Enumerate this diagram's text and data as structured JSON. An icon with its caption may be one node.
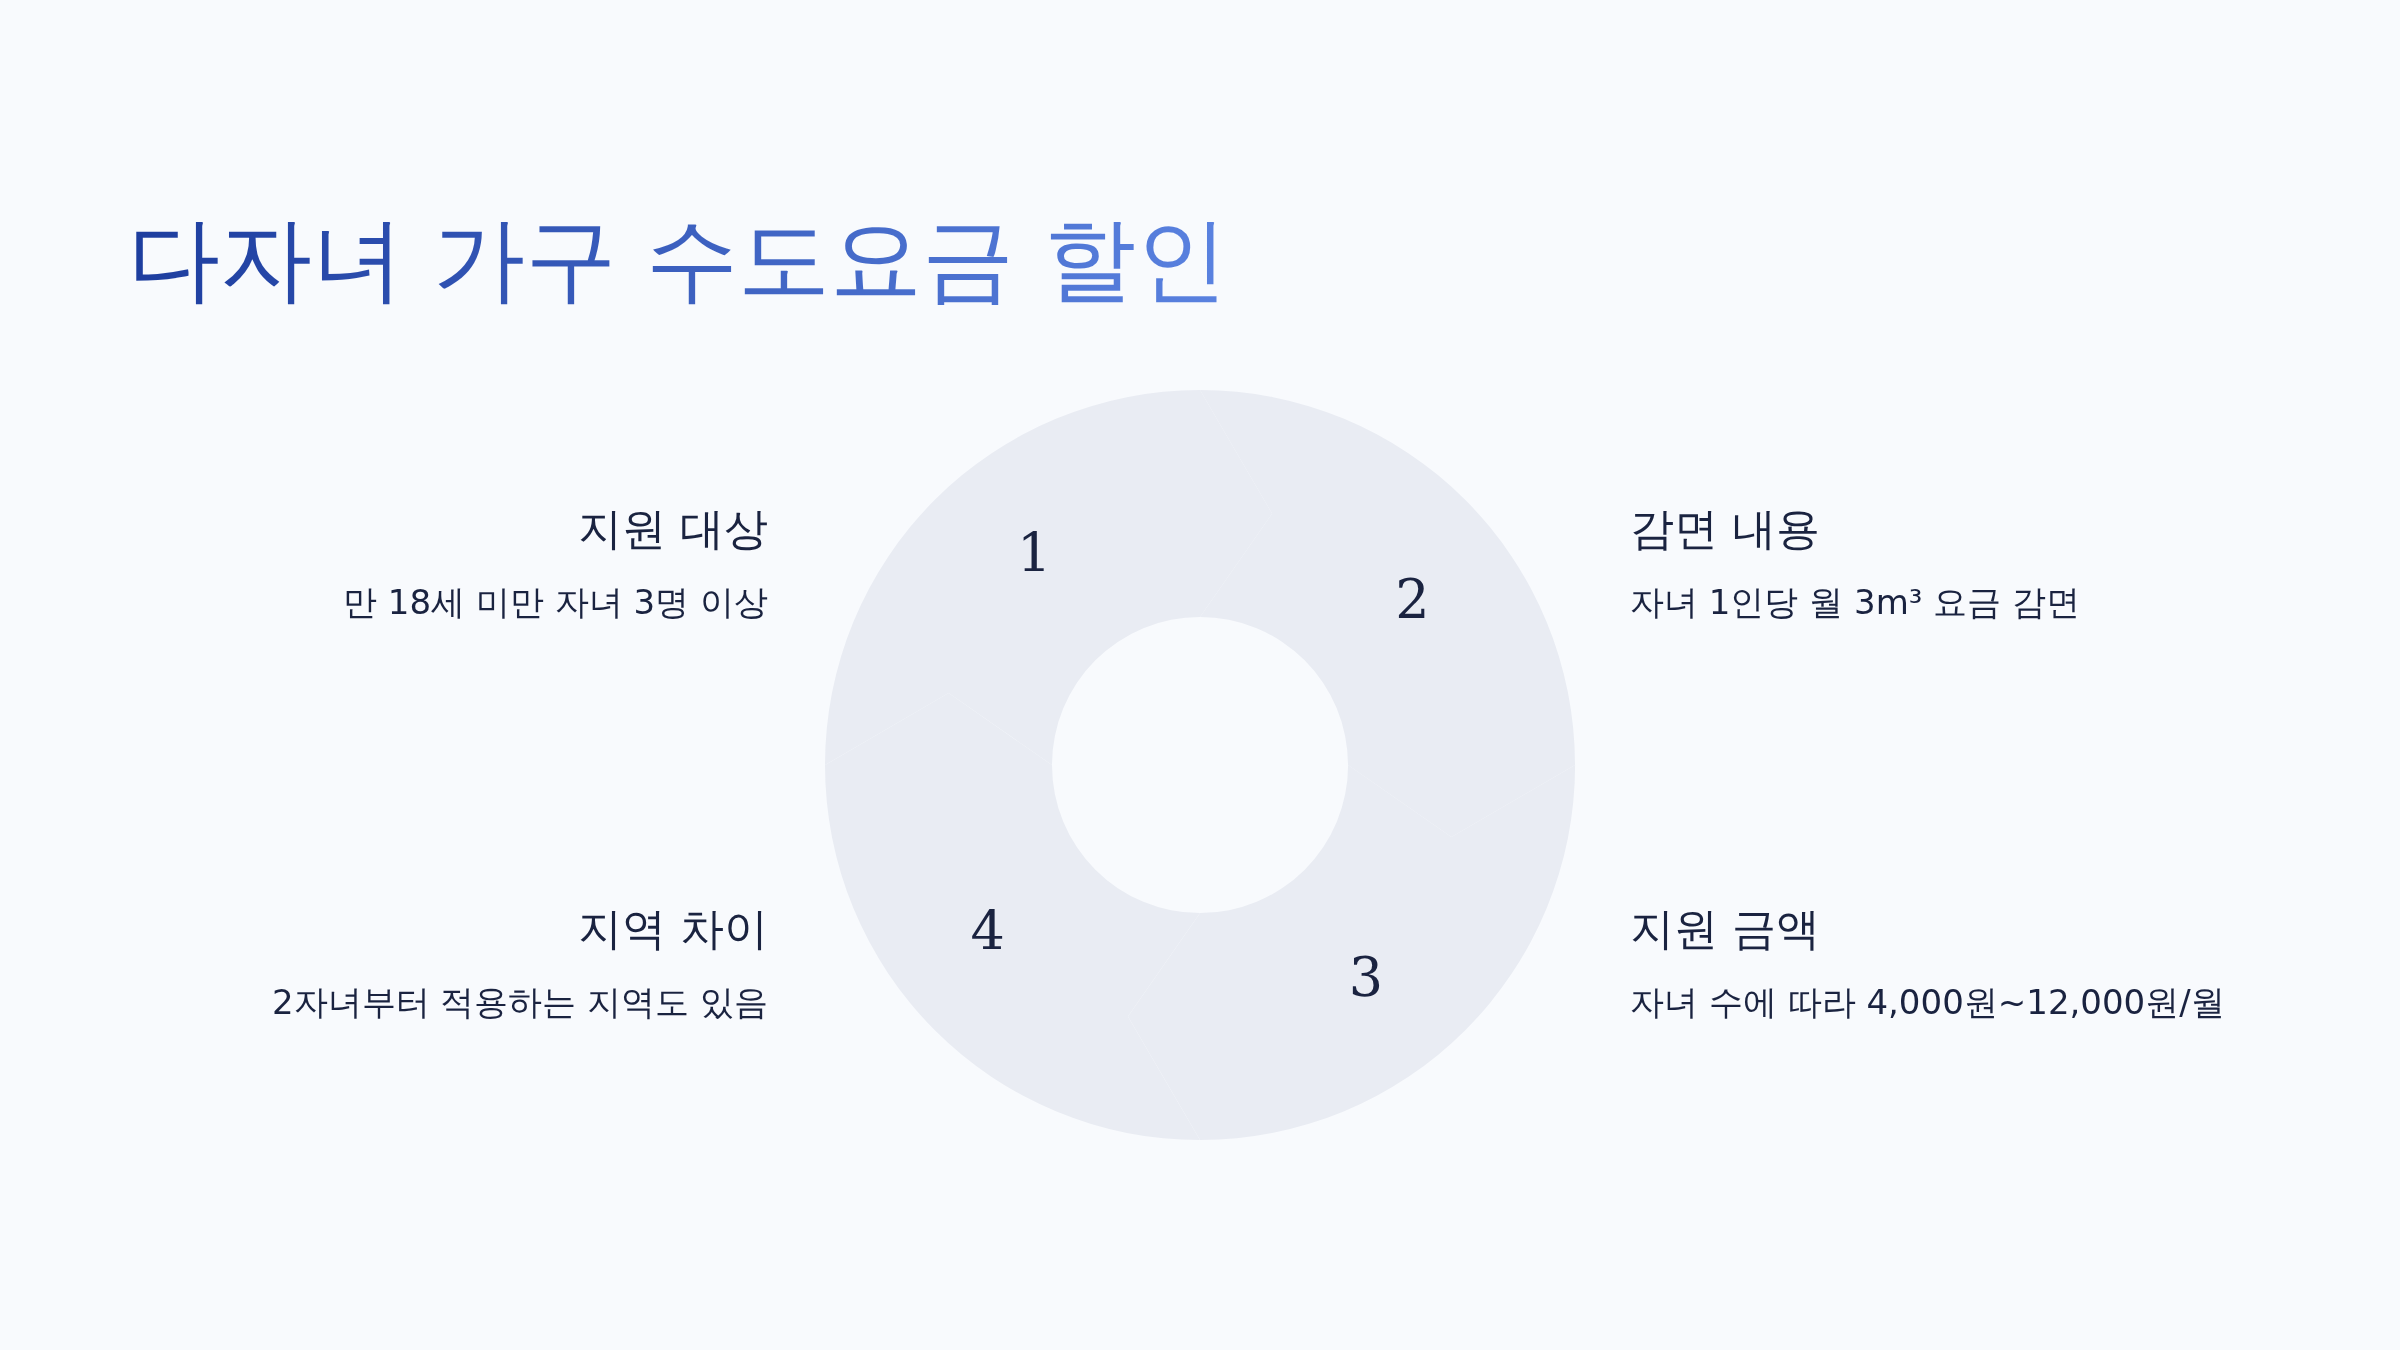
{
  "diagram": {
    "title": "다자녀 가구 수도요금 할인",
    "nodes": [
      {
        "text": [
          "1"
        ],
        "beside": [
          "지원 대상",
          "만 18세 미만 자녀 3명 이상"
        ]
      },
      {
        "text": [
          "2"
        ],
        "beside": [
          "감면 내용",
          "자녀 1인당 월 3m³ 요금 감면"
        ]
      },
      {
        "text": [
          "3"
        ],
        "beside": [
          "지원 금액",
          "자녀 수에 따라 4,000원~12,000원/월"
        ]
      },
      {
        "text": [
          "4"
        ],
        "beside": [
          "지역 차이",
          "2자녀부터 적용하는 지역도 있음"
        ]
      }
    ]
  }
}
